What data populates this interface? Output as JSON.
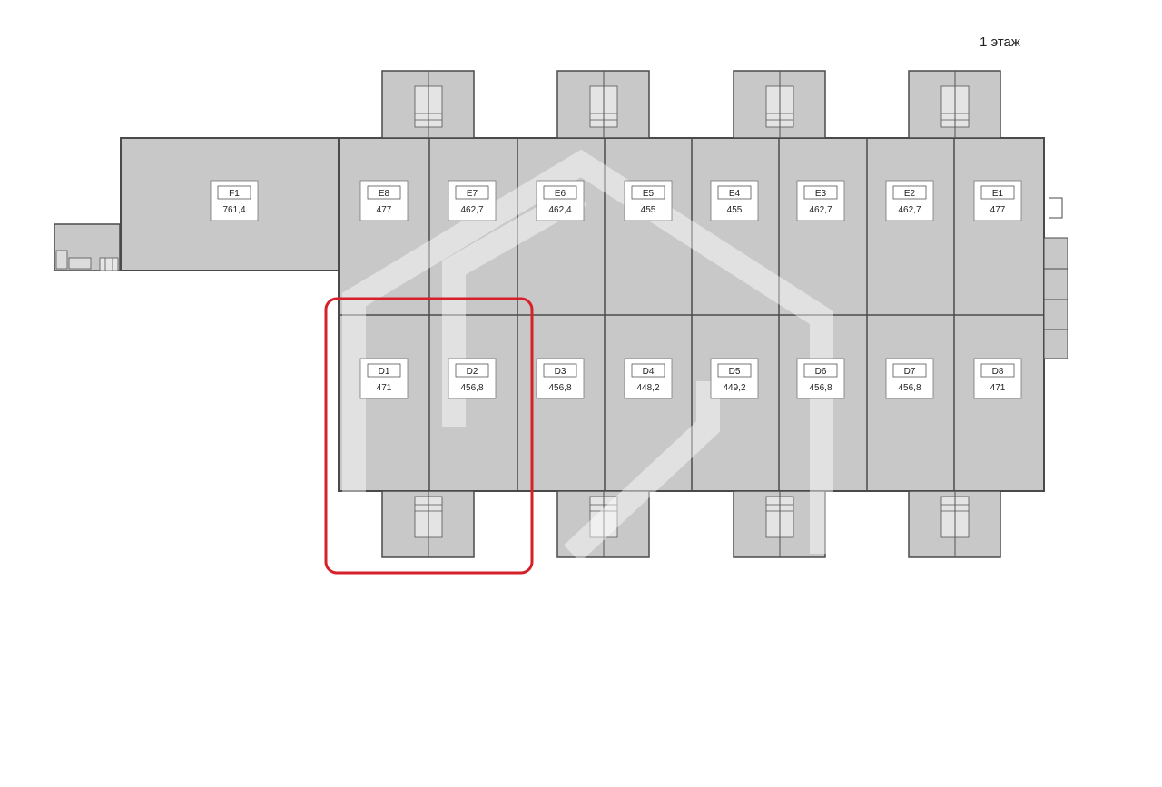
{
  "floor_label": "1 этаж",
  "colors": {
    "unit_fill": "#c8c8c8",
    "wall": "#4a4a4a",
    "label_box": "#ffffff",
    "highlight": "#d6202a",
    "watermark": "#ffffff"
  },
  "units_top": [
    {
      "id": "unit-f1-large",
      "code": "F1",
      "area": "761,4"
    },
    {
      "id": "unit-e8",
      "code": "E8",
      "area": "477"
    },
    {
      "id": "unit-e7",
      "code": "E7",
      "area": "462,7"
    },
    {
      "id": "unit-e6",
      "code": "E6",
      "area": "462,4"
    },
    {
      "id": "unit-e5",
      "code": "E5",
      "area": "455"
    },
    {
      "id": "unit-e4",
      "code": "E4",
      "area": "455"
    },
    {
      "id": "unit-e3",
      "code": "E3",
      "area": "462,7"
    },
    {
      "id": "unit-e2",
      "code": "E2",
      "area": "462,7"
    },
    {
      "id": "unit-e1",
      "code": "E1",
      "area": "477"
    }
  ],
  "units_bottom": [
    {
      "id": "unit-d1",
      "code": "D1",
      "area": "471"
    },
    {
      "id": "unit-d2",
      "code": "D2",
      "area": "456,8"
    },
    {
      "id": "unit-d3",
      "code": "D3",
      "area": "456,8"
    },
    {
      "id": "unit-d4",
      "code": "D4",
      "area": "448,2"
    },
    {
      "id": "unit-d5",
      "code": "D5",
      "area": "449,2"
    },
    {
      "id": "unit-d6",
      "code": "D6",
      "area": "456,8"
    },
    {
      "id": "unit-d7",
      "code": "D7",
      "area": "456,8"
    },
    {
      "id": "unit-d8",
      "code": "D8",
      "area": "471"
    }
  ],
  "highlighted_units": [
    "D1",
    "D2"
  ]
}
